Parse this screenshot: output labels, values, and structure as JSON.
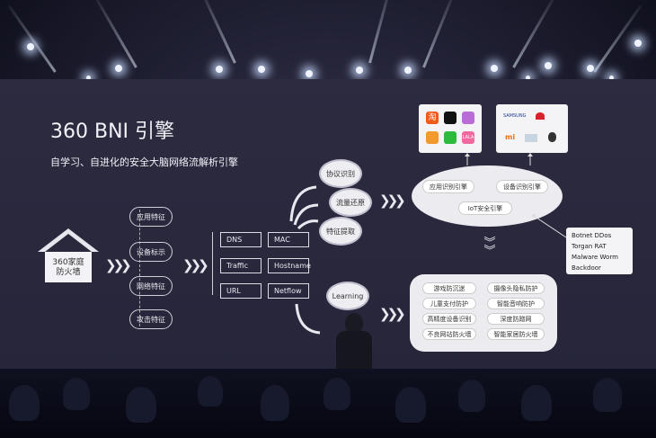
{
  "title": "360 BNI 引擎",
  "subtitle": "自学习、自进化的安全大脑网络流解析引擎",
  "house_label": "360家庭\n防火墙",
  "features": [
    "应用特征",
    "设备标示",
    "网络特征",
    "攻击特征"
  ],
  "fields": [
    "DNS",
    "MAC",
    "Traffic",
    "Hostname",
    "URL",
    "Netflow"
  ],
  "process_circles": [
    "协议识别",
    "流量还原",
    "特征提取"
  ],
  "learning_label": "Learning",
  "engine_pills": [
    "应用识别引擎",
    "设备识别引擎",
    "IoT安全引擎"
  ],
  "threats": [
    "Botnet  DDos",
    "Torgan  RAT",
    "Malware  Worm",
    "Backdoor"
  ],
  "protections": [
    "游戏防沉迷",
    "摄像头隐私防护",
    "儿童支付防护",
    "智能音响防护",
    "高精度设备识别",
    "深度防蹭网",
    "不良网站防火墙",
    "智能家居防火墙"
  ],
  "brand_logos": [
    "SAMSUNG",
    "HUAWEI",
    "mi",
    "apple"
  ],
  "app_icons": [
    "淘",
    "tiktok",
    "game",
    "app",
    "wechat",
    "LALA"
  ],
  "colors": {
    "screen": "#2d2b40",
    "accent_red": "#e23b3b"
  }
}
